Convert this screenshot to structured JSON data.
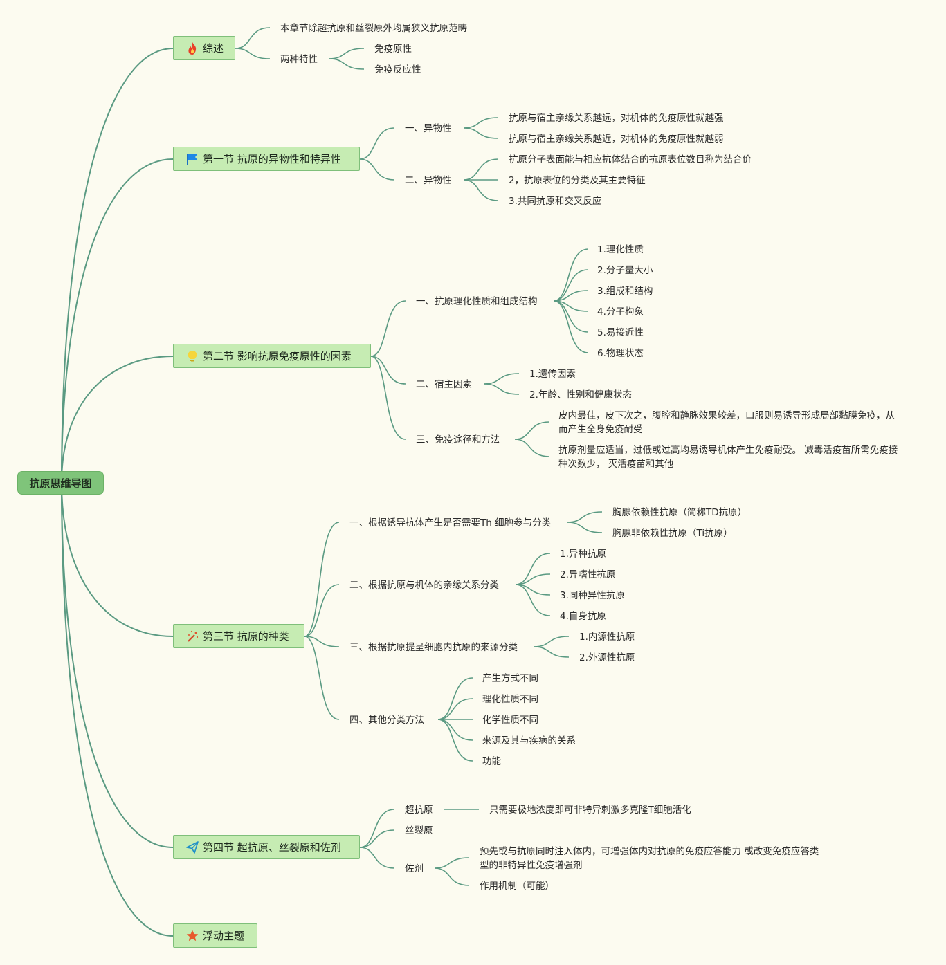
{
  "root": "抗原思维导图",
  "sections": {
    "s0": {
      "label": "综述",
      "icon": "fire-icon"
    },
    "s1": {
      "label": "第一节 抗原的异物性和特异性",
      "icon": "flag-icon"
    },
    "s2": {
      "label": "第二节 影响抗原免疫原性的因素",
      "icon": "lightbulb-icon"
    },
    "s3": {
      "label": "第三节 抗原的种类",
      "icon": "magic-wand-icon"
    },
    "s4": {
      "label": "第四节 超抗原、丝裂原和佐剂",
      "icon": "paper-plane-icon"
    },
    "s5": {
      "label": "浮动主题",
      "icon": "star-icon"
    }
  },
  "nodes": {
    "s0_a": "本章节除超抗原和丝裂原外均属狭义抗原范畴",
    "s0_b": "两种特性",
    "s0_b1": "免疫原性",
    "s0_b2": "免疫反应性",
    "s1_a": "一、异物性",
    "s1_a1": "抗原与宿主亲缘关系越远，对机体的免疫原性就越强",
    "s1_a2": "抗原与宿主亲缘关系越近，对机体的免疫原性就越弱",
    "s1_b": "二、异物性",
    "s1_b1": "抗原分子表面能与相应抗体结合的抗原表位数目称为结合价",
    "s1_b2": "2，抗原表位的分类及其主要特征",
    "s1_b3": "3.共同抗原和交叉反应",
    "s2_a": "一、抗原理化性质和组成结构",
    "s2_a1": "1.理化性质",
    "s2_a2": "2.分子量大小",
    "s2_a3": "3.组成和结构",
    "s2_a4": "4.分子构象",
    "s2_a5": "5.易接近性",
    "s2_a6": "6.物理状态",
    "s2_b": "二、宿主因素",
    "s2_b1": "1.遗传因素",
    "s2_b2": "2.年龄、性别和健康状态",
    "s2_c": "三、免疫途径和方法",
    "s2_c1": "皮内最佳，皮下次之，腹腔和静脉效果较差，口服则易诱导形成局部黏膜免疫，从而产生全身免疫耐受",
    "s2_c2": "抗原剂量应适当，过低或过高均易诱导机体产生免疫耐受。 减毒活疫苗所需免疫接种次数少， 灭活疫苗和其他",
    "s3_a": "一、根据诱导抗体产生是否需要Th 细胞参与分类",
    "s3_a1": "胸腺依赖性抗原（简称TD抗原）",
    "s3_a2": "胸腺非依赖性抗原（Ti抗原）",
    "s3_b": "二、根据抗原与机体的亲缘关系分类",
    "s3_b1": "1.异种抗原",
    "s3_b2": "2.异嗜性抗原",
    "s3_b3": "3.同种异性抗原",
    "s3_b4": "4.自身抗原",
    "s3_c": "三、根据抗原提呈细胞内抗原的来源分类",
    "s3_c1": "1.内源性抗原",
    "s3_c2": "2.外源性抗原",
    "s3_d": "四、其他分类方法",
    "s3_d1": "产生方式不同",
    "s3_d2": "理化性质不同",
    "s3_d3": "化学性质不同",
    "s3_d4": "来源及其与疾病的关系",
    "s3_d5": "功能",
    "s4_a": "超抗原",
    "s4_a1": "只需要极地浓度即可非特异刺激多克隆T细胞活化",
    "s4_b": "丝裂原",
    "s4_c": "佐剂",
    "s4_c1": "预先或与抗原同时注入体内，可增强体内对抗原的免疫应答能力 或改变免疫应答类型的非特异性免疫增强剂",
    "s4_c2": "作用机制（可能）"
  },
  "colors": {
    "edge": "#5a9a82",
    "root_fill": "#7fc47a",
    "section_fill": "#c6ecb3",
    "background": "#fcfbf0"
  }
}
